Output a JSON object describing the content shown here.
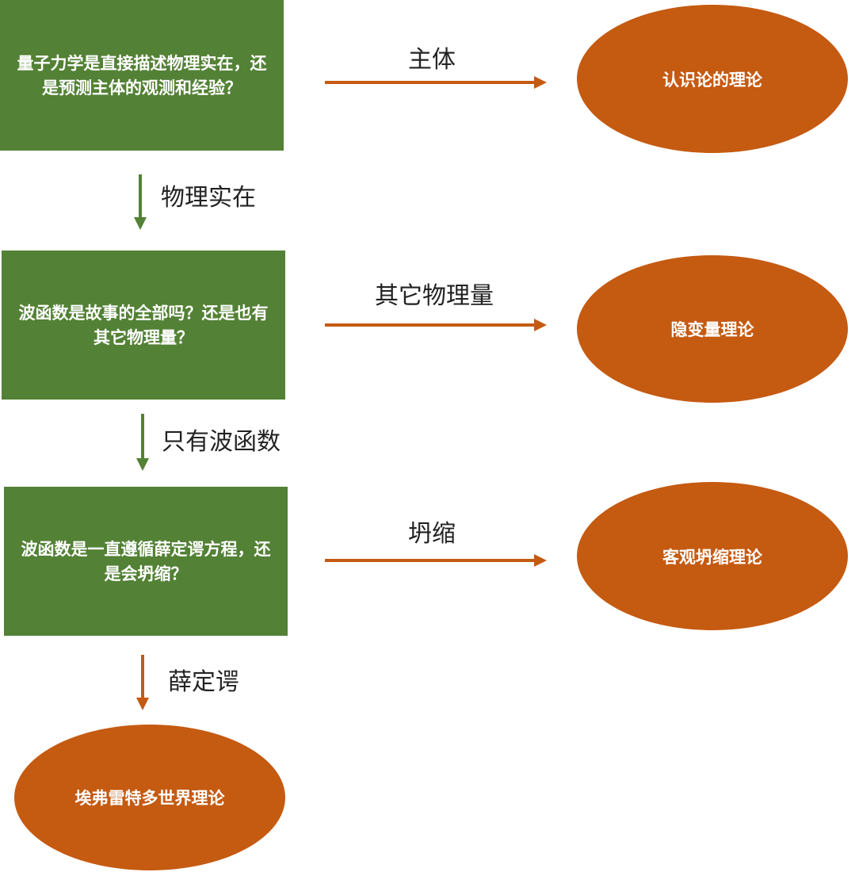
{
  "questions": {
    "q1": "量子力学是直接描述物理实在，还是预测主体的观测和经验？",
    "q2": "波函数是故事的全部吗？还是也有其它物理量？",
    "q3": "波函数是一直遵循薛定谔方程，还是会坍缩？"
  },
  "theories": {
    "t1": "认识论的理论",
    "t2": "隐变量理论",
    "t3": "客观坍缩理论",
    "t4": "埃弗雷特多世界理论"
  },
  "arrow_labels": {
    "subject": "主体",
    "physical_reality": "物理实在",
    "other_quantities": "其它物理量",
    "only_wavefunction": "只有波函数",
    "collapse": "坍缩",
    "schrodinger": "薛定谔"
  },
  "colors": {
    "green": "#538135",
    "orange": "#c55a11"
  }
}
